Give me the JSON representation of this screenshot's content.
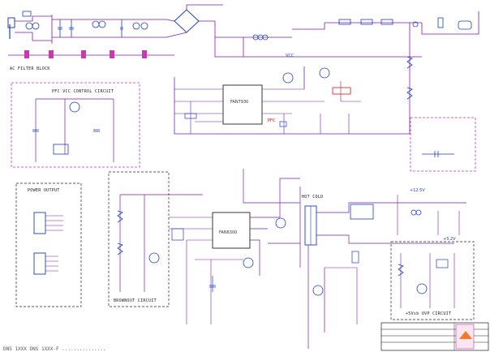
{
  "blocks": {
    "ac_filter": "AC FILTER BLOCK",
    "vcc_control": "PFC VCC CONTROL CIRCUIT",
    "power_output": "POWER OUTPUT",
    "brownout": "BROWNOUT CIRCUIT",
    "hot_cold": "HOT  COLD",
    "standby_ovp": "+5Vsb OVP CIRCUIT"
  },
  "ics": {
    "pfc": "FAN7930",
    "pwm": "FAN6300"
  },
  "nets": {
    "vcc": "VCC",
    "pfc": "PFC",
    "out_12v": "+12.5V",
    "out_5v": "+5.2V"
  },
  "footer": "DNS  1XXX    DNS  1XXX-F    ...............",
  "colors": {
    "wire": "#7a1fa2",
    "component": "#1f3fbf",
    "block_border": "#c03ab0",
    "dash_border": "#222222",
    "highlight": "#d11111"
  }
}
